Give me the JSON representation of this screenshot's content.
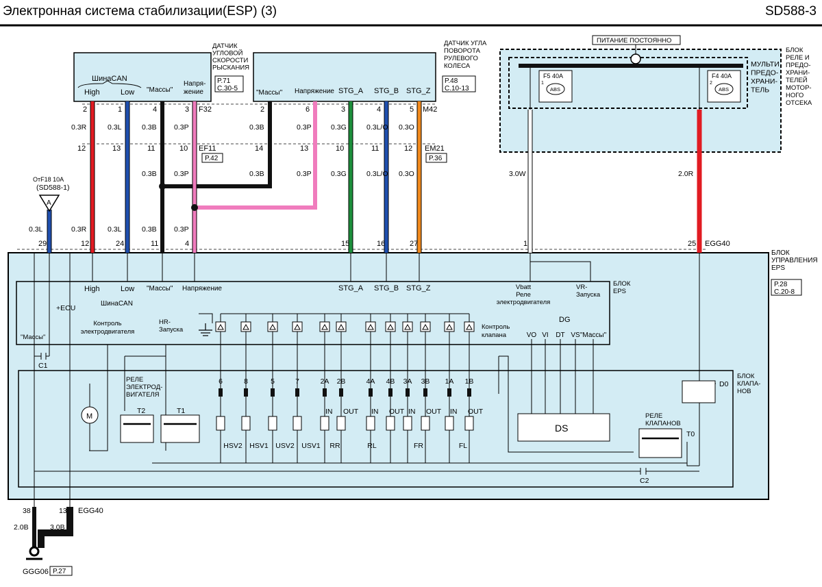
{
  "header": {
    "title": "Электронная  система стабилизации(ESP) (3)",
    "code": "SD588-3"
  },
  "colors": {
    "panel": "#d3ecf4",
    "blue_text": "#1f30c8",
    "red": "#e11b22",
    "blue": "#1f4fae",
    "black": "#111111",
    "pink": "#f07cbd",
    "green": "#1d8f3c",
    "orange": "#f28a1c",
    "white": "#ffffff"
  },
  "yaw_sensor": {
    "name_lines": [
      "ДАТЧИК",
      "УГЛОВОЙ",
      "СКОРОСТИ",
      "РЫСКАНИЯ"
    ],
    "ref_lines": [
      "P.71",
      "C.30-5"
    ],
    "bus": "ШинаCAN",
    "high": "High",
    "low": "Low",
    "ground": "\"Массы\"",
    "supply_lines": [
      "Напря-",
      "жение"
    ],
    "connector": "F32"
  },
  "steer_sensor": {
    "name_lines": [
      "ДАТЧИК УГЛА",
      "ПОВОРОТА",
      "РУЛЕВОГО",
      "КОЛЕСА"
    ],
    "ref_lines": [
      "P.48",
      "C.10-13"
    ],
    "ground": "\"Массы\"",
    "supply": "Напряжение",
    "stg_a": "STG_A",
    "stg_b": "STG_B",
    "stg_z": "STG_Z",
    "connector": "M42"
  },
  "relay_box": {
    "power_label": "ПИТАНИЕ ПОСТОЯННО",
    "name_lines": [
      "БЛОК",
      "РЕЛЕ И",
      "ПРЕДО-",
      "ХРАНИ-",
      "ТЕЛЕЙ",
      "МОТОР-",
      "НОГО",
      "ОТСЕКА"
    ],
    "multi_lines": [
      "МУЛЬТИ",
      "ПРЕДО-",
      "ХРАНИ-",
      "ТЕЛЬ"
    ],
    "fuse1": "F5 40A",
    "fuse2": "F4 40A",
    "abs": "ABS",
    "fuse1_num": "1",
    "fuse2_num": "2"
  },
  "pins_top": {
    "yaw": [
      "2",
      "1",
      "4",
      "3"
    ],
    "steer": [
      "2",
      "6",
      "3",
      "4",
      "5"
    ]
  },
  "wire_labels": {
    "row1": [
      "0.3R",
      "0.3L",
      "0.3B",
      "0.3P",
      "0.3B",
      "0.3P",
      "0.3G",
      "0.3L/O",
      "0.3O"
    ],
    "row2": [
      "0.3B",
      "0.3P",
      "0.3B",
      "0.3P",
      "0.3G",
      "0.3L/O",
      "0.3O"
    ],
    "row3": [
      "0.3L",
      "0.3R",
      "0.3L",
      "0.3B",
      "0.3P"
    ],
    "power_white": "3.0W",
    "power_red": "2.0R"
  },
  "connector_ef11": {
    "pins_yaw": [
      "12",
      "13",
      "11",
      "10"
    ],
    "pins_steer": [
      "14",
      "13",
      "10",
      "11",
      "12"
    ],
    "name": "EF11",
    "ref": "P.42",
    "name2": "EM21",
    "ref2": "P.36"
  },
  "fuse_ref": {
    "label": "ОтF18 10A",
    "link": "(SD588-1)",
    "symbol": "A"
  },
  "ecu_pins": [
    "29",
    "12",
    "24",
    "11",
    "4",
    "15",
    "16",
    "27",
    "1",
    "25"
  ],
  "ecu_connector": "EGG40",
  "eps_unit": {
    "name_lines": [
      "БЛОК",
      "УПРАВЛЕНИЯ",
      "EPS"
    ],
    "ref_lines": [
      "P.28",
      "C.20-8"
    ],
    "sub_lines": [
      "БЛОК",
      "EPS"
    ],
    "high": "High",
    "low": "Low",
    "ground": "\"Массы\"",
    "supply": "Напряжение",
    "bus": "ШинаCAN",
    "stg_a": "STG_A",
    "stg_b": "STG_B",
    "stg_z": "STG_Z",
    "vbatt_lines": [
      "Vbatt",
      "Реле",
      "электродвигателя"
    ],
    "vr_lines": [
      "VR-",
      "Запуска"
    ],
    "plus_ecu": "+ECU",
    "mass_left": "\"Массы\"",
    "motor_ctrl_lines": [
      "Контроль",
      "электродвигателя"
    ],
    "hr_lines": [
      "HR-",
      "Запуска"
    ],
    "valve_ctrl_lines": [
      "Контроль",
      "клапана"
    ],
    "dg": "DG",
    "dg_pins": [
      "VO",
      "VI",
      "DT",
      "VS",
      "\"Массы\""
    ],
    "c1": "C1",
    "c2": "C2"
  },
  "valve_block": {
    "name_lines": [
      "БЛОК",
      "КЛАПА-",
      "НОВ"
    ],
    "relay_motor_lines": [
      "РЕЛЕ",
      "ЭЛЕКТРОД-",
      "ВИГАТЕЛЯ"
    ],
    "t2": "T2",
    "t1": "T1",
    "motor": "M",
    "valve_numbers": [
      "6",
      "8",
      "5",
      "7",
      "2A",
      "2B",
      "4A",
      "4B",
      "3A",
      "3B",
      "1A",
      "1B"
    ],
    "in": "IN",
    "out": "OUT",
    "groups": [
      "HSV2",
      "HSV1",
      "USV2",
      "USV1",
      "RR",
      "RL",
      "FR",
      "FL"
    ],
    "ds": "DS",
    "relay_valve_lines": [
      "РЕЛЕ",
      "КЛАПАНОВ"
    ],
    "t0": "T0",
    "d0": "D0"
  },
  "ground": {
    "pins": [
      "38",
      "13"
    ],
    "connector": "EGG40",
    "wires": [
      "2.0B",
      "3.0B"
    ],
    "name": "GGG06",
    "ref": "P.27"
  }
}
